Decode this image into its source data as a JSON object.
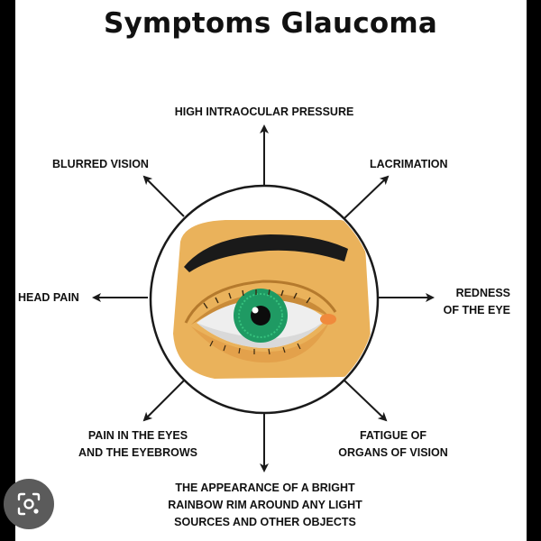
{
  "title": "Symptoms Glaucoma",
  "symptoms": {
    "top": "HIGH INTRAOCULAR PRESSURE",
    "top_left": "BLURRED VISION",
    "top_right": "LACRIMATION",
    "left": "HEAD PAIN",
    "right": [
      "REDNESS",
      "OF THE EYE"
    ],
    "bottom_left": [
      "PAIN IN THE EYES",
      "AND THE EYEBROWS"
    ],
    "bottom_right": [
      "FATIGUE OF",
      "ORGANS OF VISION"
    ],
    "bottom": [
      "THE APPEARANCE OF A BRIGHT",
      "RAINBOW RIM AROUND ANY LIGHT",
      "SOURCES AND OTHER OBJECTS"
    ]
  },
  "icons": {
    "center": "eye-icon",
    "overlay": "lens-search-icon"
  },
  "colors": {
    "skin": "#eab25b",
    "skin_shadow": "#c98b39",
    "iris": "#1f9a63",
    "brow": "#1a1a1a",
    "ring": "#1a1a1a",
    "arrow": "#1a1a1a"
  }
}
